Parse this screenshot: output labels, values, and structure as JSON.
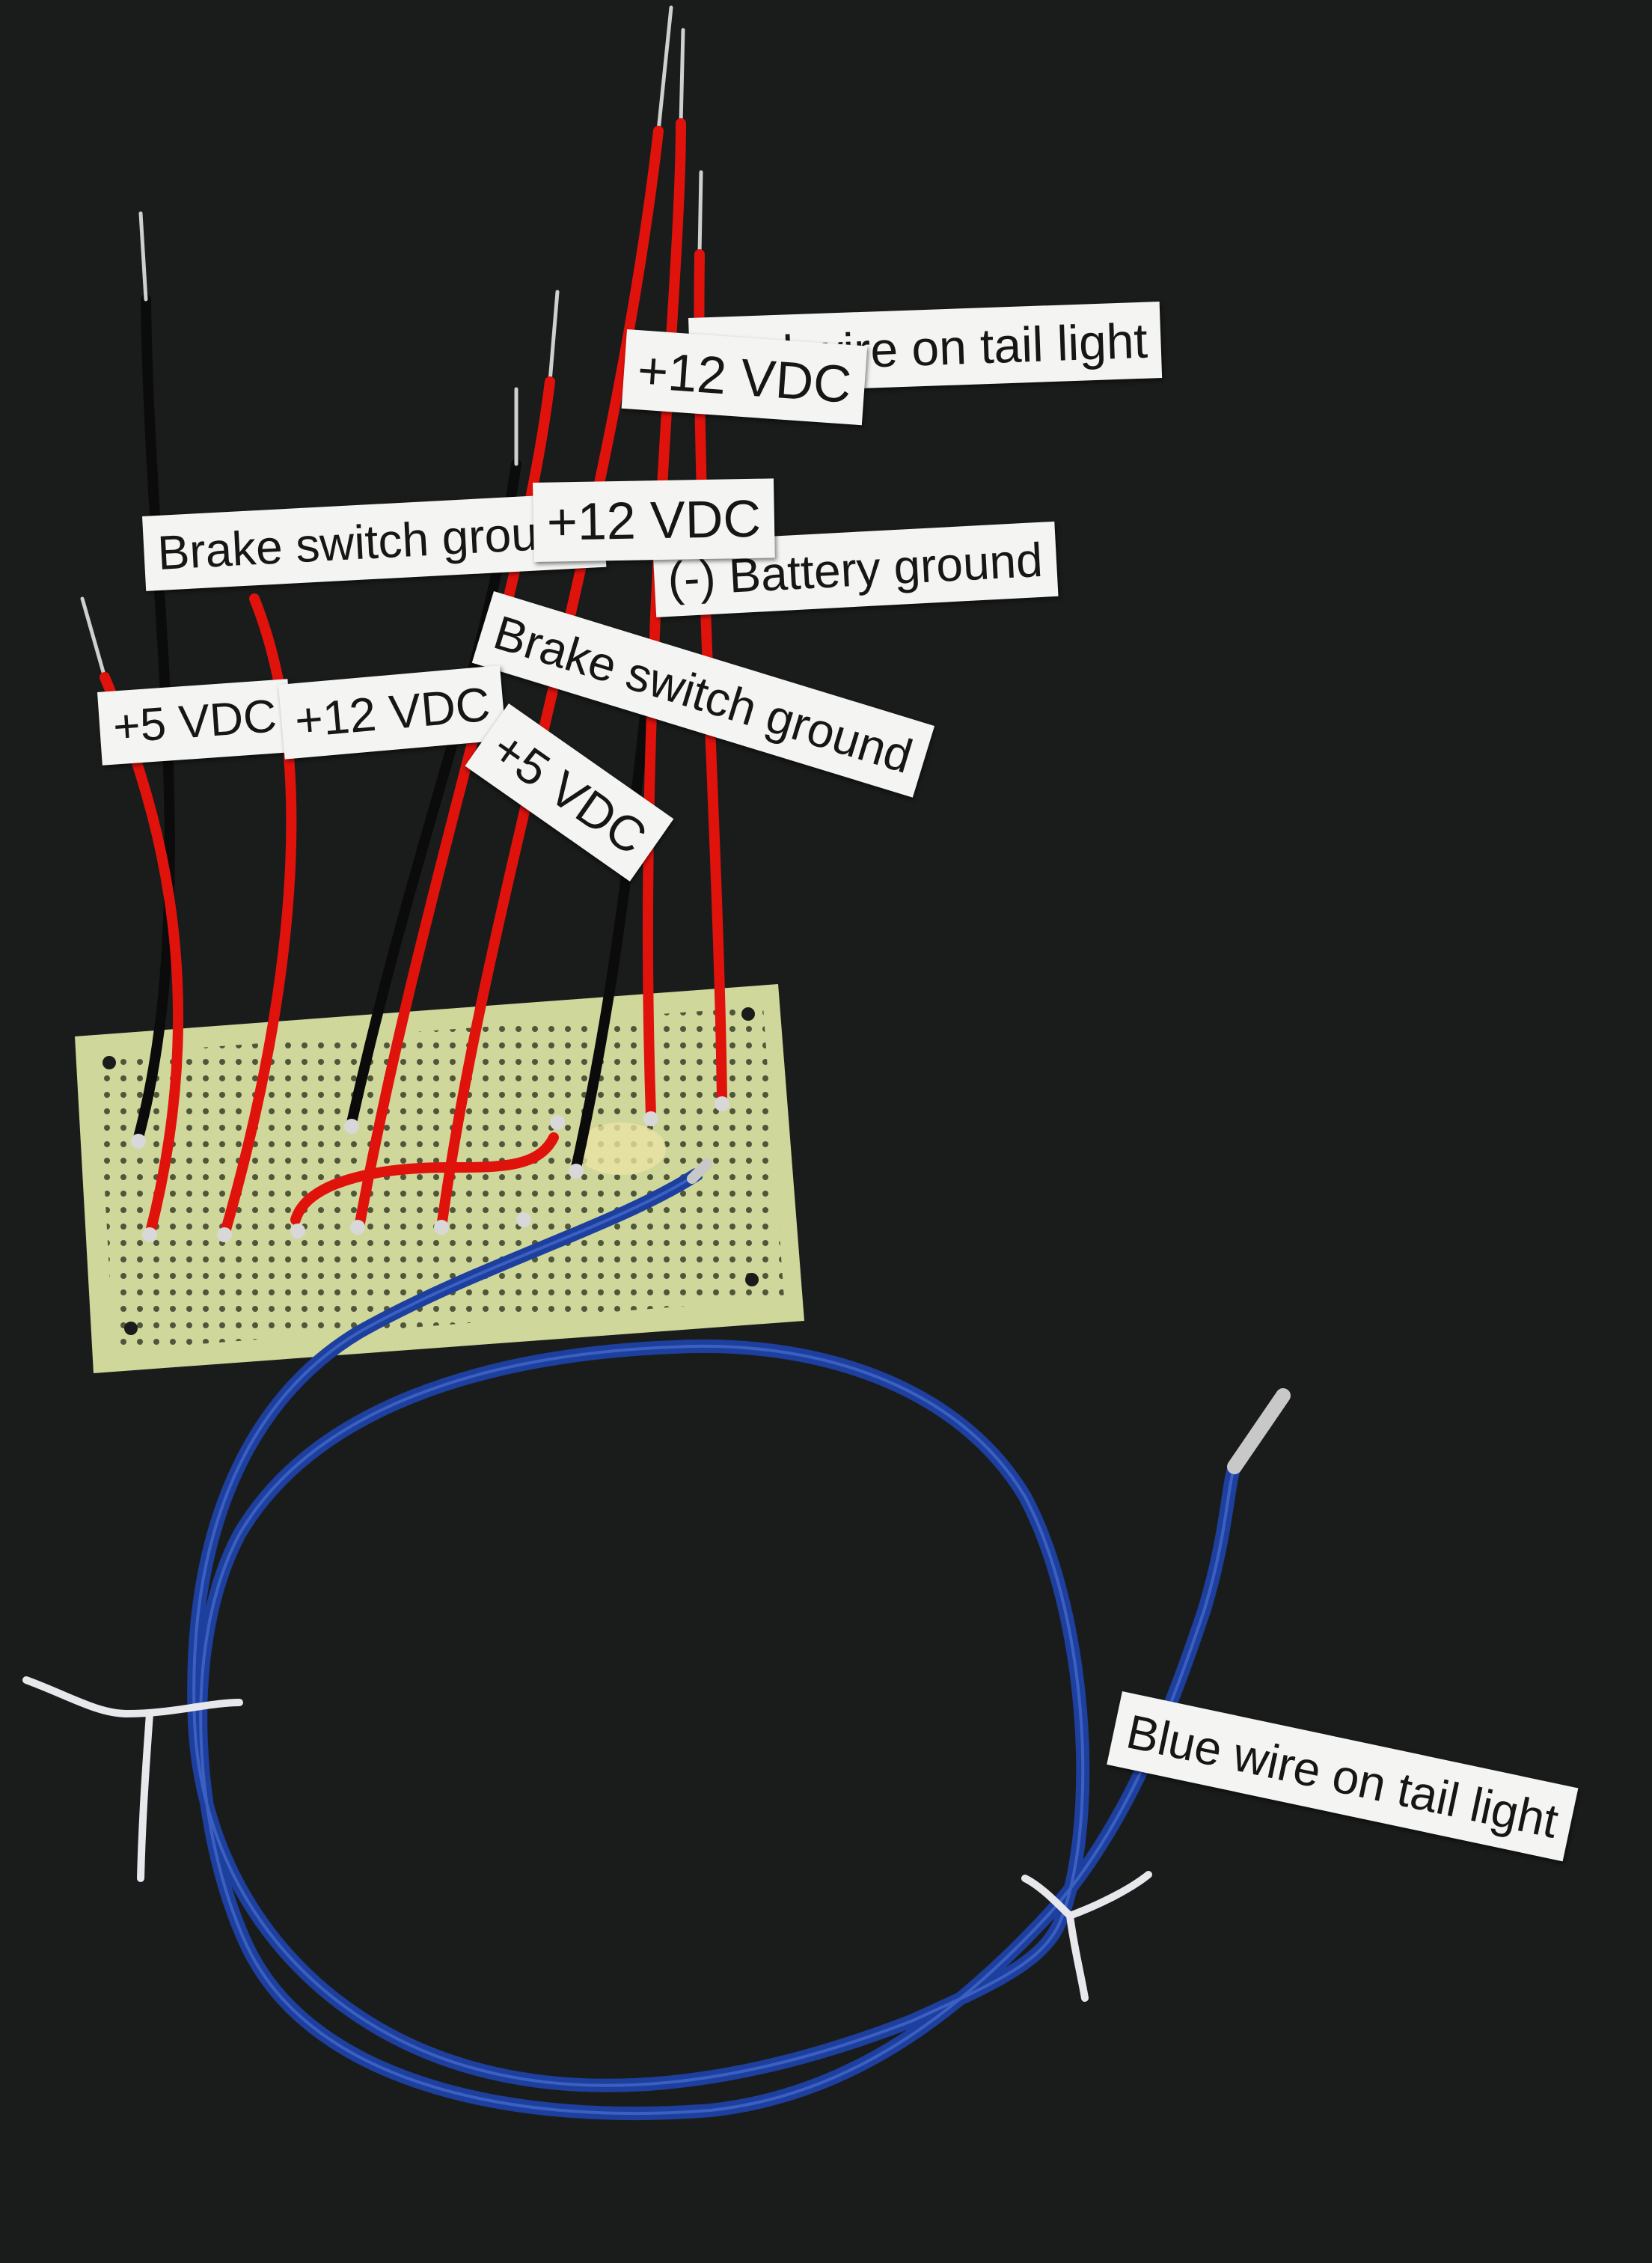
{
  "photo": {
    "background_color": "#1a1c1c",
    "board_color": "#cfd79a",
    "red_wire_color": "#e0120c",
    "black_wire_color": "#0b0b0b",
    "blue_wire_color": "#1d3f9e"
  },
  "labels": {
    "red_wire_tail_light": "Red wire on tail light",
    "plus12_top": "+12 VDC",
    "plus12_mid": "+12 VDC",
    "brake_switch_ground_left": "Brake switch ground",
    "battery_ground": "(-) Battery ground",
    "brake_switch_ground_right": "Brake switch ground",
    "plus5_left": "+5 VDC",
    "plus12_left": "+12 VDC",
    "plus5_right": "+5 VDC",
    "blue_wire_tail_light": "Blue wire on tail light"
  }
}
